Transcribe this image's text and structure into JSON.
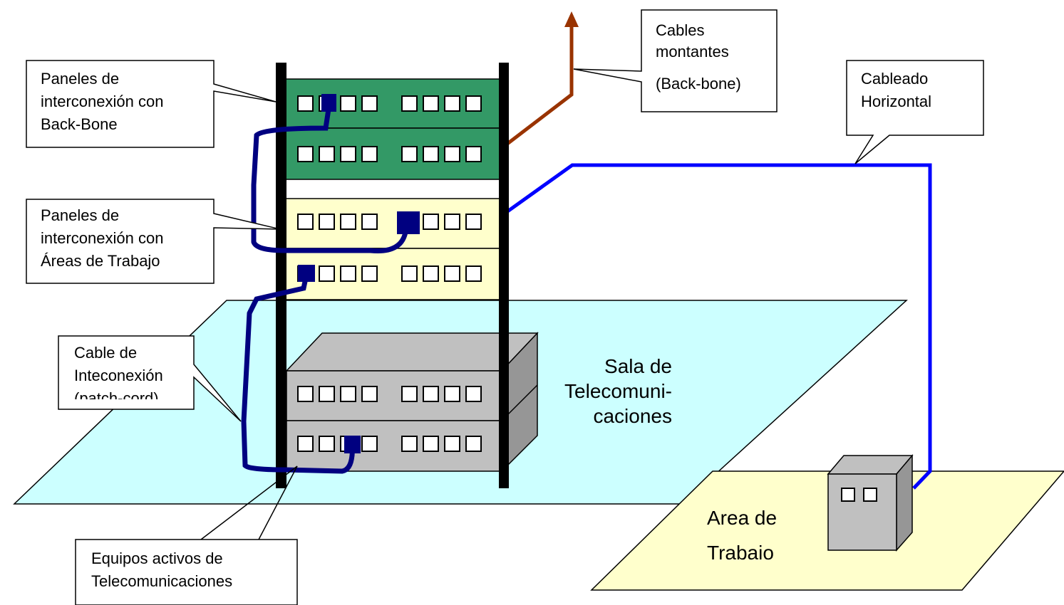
{
  "diagram": {
    "callouts": {
      "backbone_panels": [
        "Paneles de",
        "interconexión con",
        "Back-Bone"
      ],
      "work_area_panels": [
        "Paneles de",
        "interconexión con",
        "Áreas de Trabajo"
      ],
      "patch_cord": [
        "Cable de",
        "Inteconexión",
        "(patch-cord)"
      ],
      "active_equipment": [
        "Equipos activos de",
        "Telecomunicaciones"
      ],
      "risers": [
        "Cables",
        "montantes",
        "(Back-bone)"
      ],
      "horizontal": [
        "Cableado",
        "Horizontal"
      ]
    },
    "areas": {
      "telecom_room": [
        "Sala de",
        "Telecomuni-",
        "caciones"
      ],
      "work_area": [
        "Area de",
        "Trabaio"
      ]
    },
    "colors": {
      "telecom_floor": "#ccffff",
      "work_area_floor": "#ffffcc",
      "backbone_panel": "#339966",
      "work_panel": "#ffffcc",
      "equipment": "#c0c0c0",
      "equipment_side": "#969696",
      "patch_cord": "#000080",
      "riser_cable": "#993300",
      "horizontal_cable": "#0000ff",
      "rack_post": "#000000"
    }
  }
}
